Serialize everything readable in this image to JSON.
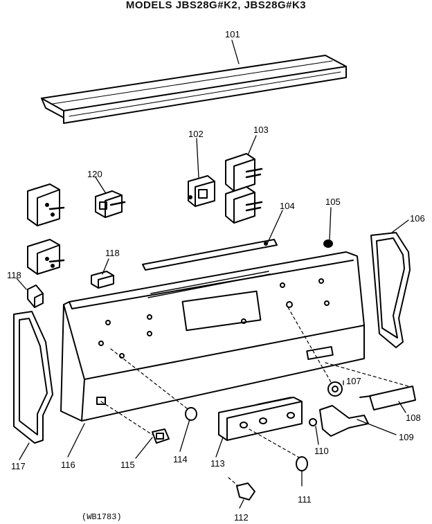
{
  "title": "MODELS JBS28G#K2, JBS28G#K3",
  "code": "(WB1783)",
  "parts": [
    {
      "id": "101",
      "label": "101"
    },
    {
      "id": "102",
      "label": "102"
    },
    {
      "id": "103",
      "label": "103"
    },
    {
      "id": "104",
      "label": "104"
    },
    {
      "id": "105",
      "label": "105"
    },
    {
      "id": "106",
      "label": "106"
    },
    {
      "id": "107",
      "label": "107"
    },
    {
      "id": "108",
      "label": "108"
    },
    {
      "id": "109",
      "label": "109"
    },
    {
      "id": "110",
      "label": "110"
    },
    {
      "id": "111",
      "label": "111"
    },
    {
      "id": "112",
      "label": "112"
    },
    {
      "id": "113",
      "label": "113"
    },
    {
      "id": "114",
      "label": "114"
    },
    {
      "id": "115",
      "label": "115"
    },
    {
      "id": "116",
      "label": "116"
    },
    {
      "id": "117",
      "label": "117"
    },
    {
      "id": "118a",
      "label": "118"
    },
    {
      "id": "118b",
      "label": "118"
    },
    {
      "id": "120",
      "label": "120"
    }
  ]
}
